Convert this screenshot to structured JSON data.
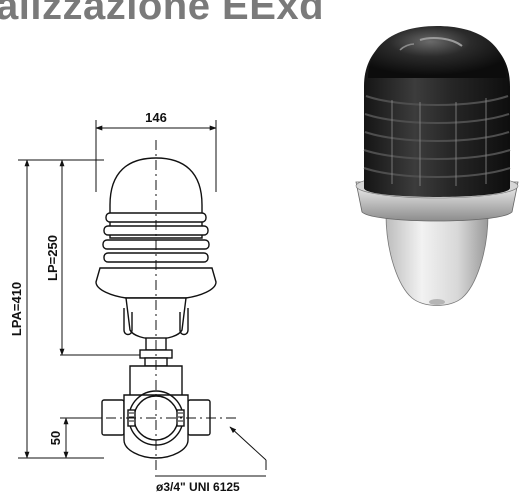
{
  "header": {
    "title": "alizzazione EExd"
  },
  "drawing": {
    "width_label": "146",
    "lp_label": "LP=250",
    "lpa_label": "LPA=410",
    "base_label": "50",
    "thread_label": "ø3/4\" UNI 6125"
  },
  "photo": {
    "subject": "beacon-lamp-photo"
  },
  "colors": {
    "title": "#7a7a7a",
    "lines": "#111111"
  }
}
